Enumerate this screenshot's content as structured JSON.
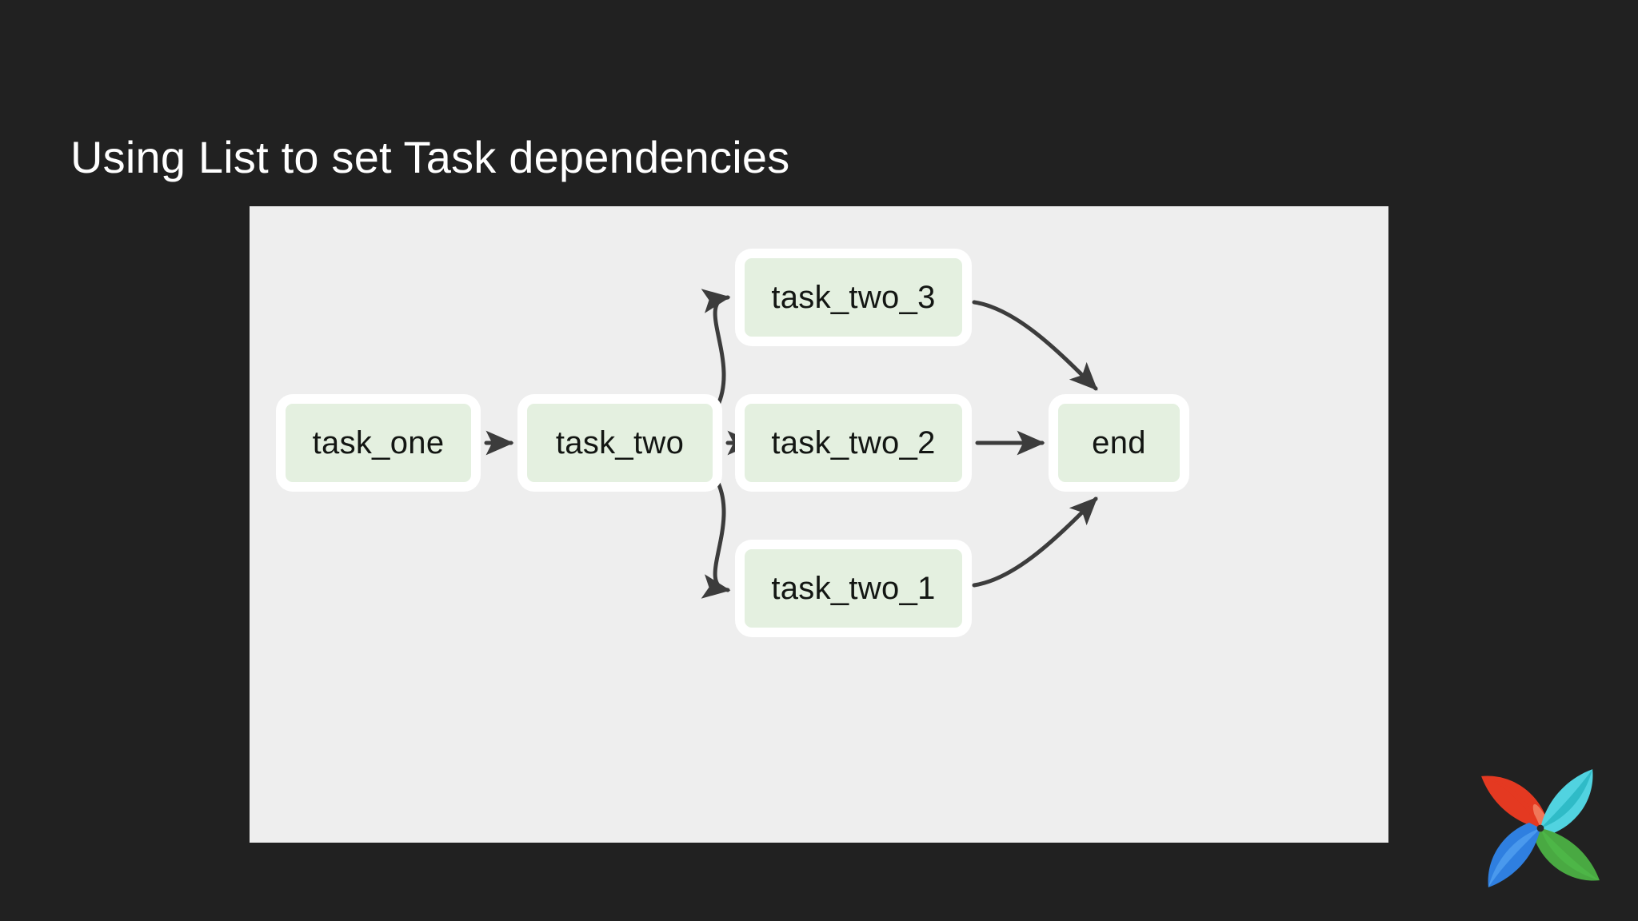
{
  "slide": {
    "title": "Using List to set Task dependencies",
    "background_color": "#212121",
    "title_color": "#ffffff"
  },
  "diagram": {
    "panel_background": "#eeeeee",
    "node_fill": "#e4f0e0",
    "node_border": "#ffffff",
    "edge_color": "#3c3c3c",
    "nodes": [
      {
        "id": "task_one",
        "label": "task_one"
      },
      {
        "id": "task_two",
        "label": "task_two"
      },
      {
        "id": "task_two_3",
        "label": "task_two_3"
      },
      {
        "id": "task_two_2",
        "label": "task_two_2"
      },
      {
        "id": "task_two_1",
        "label": "task_two_1"
      },
      {
        "id": "end",
        "label": "end"
      }
    ],
    "edges": [
      {
        "from": "task_one",
        "to": "task_two",
        "style": "straight"
      },
      {
        "from": "task_two",
        "to": "task_two_3",
        "style": "curved"
      },
      {
        "from": "task_two",
        "to": "task_two_2",
        "style": "straight"
      },
      {
        "from": "task_two",
        "to": "task_two_1",
        "style": "curved"
      },
      {
        "from": "task_two_3",
        "to": "end",
        "style": "curved"
      },
      {
        "from": "task_two_2",
        "to": "end",
        "style": "straight"
      },
      {
        "from": "task_two_1",
        "to": "end",
        "style": "curved"
      }
    ]
  },
  "branding": {
    "logo_name": "apache-airflow-pinwheel-logo",
    "colors": {
      "red": "#e43921",
      "salmon": "#f07a5d",
      "cyan": "#51d3e0",
      "teal": "#2bb8c4",
      "green": "#49a942",
      "light_green": "#4db848",
      "blue": "#2f7fe0",
      "light_blue": "#51a0f0"
    }
  }
}
